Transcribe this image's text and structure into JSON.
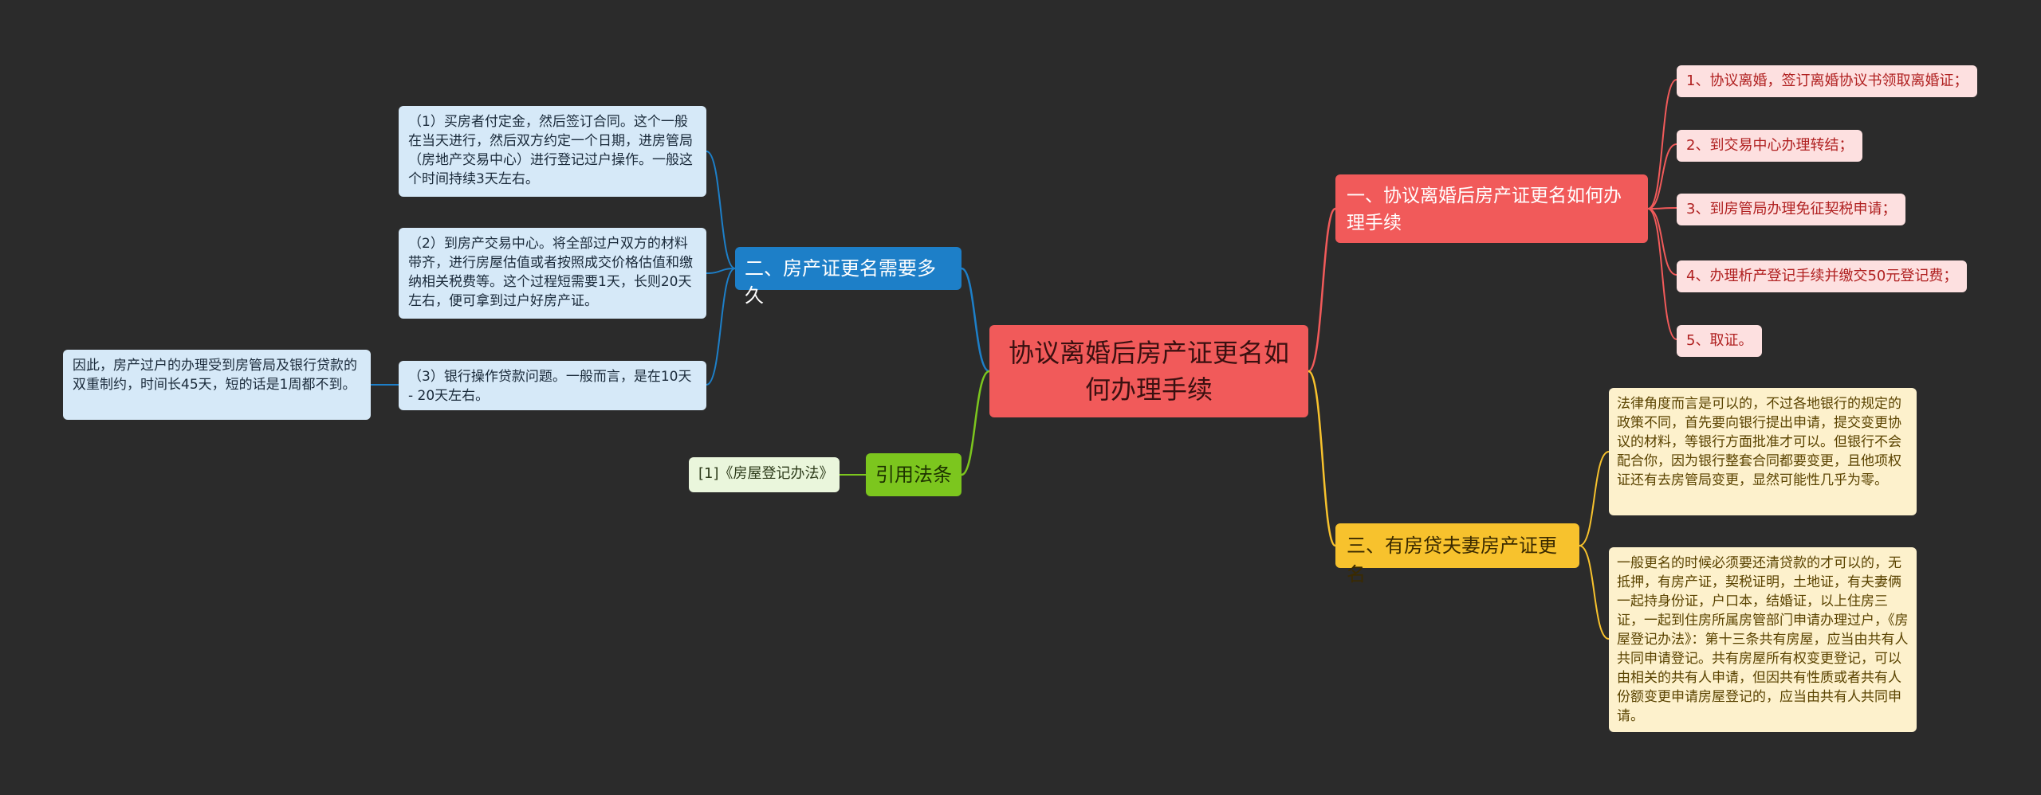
{
  "colors": {
    "background": "#2b2b2b",
    "red": "#f15a5a",
    "blue": "#1d7fc8",
    "yellow": "#f7c22d",
    "green": "#7cc61e"
  },
  "root": {
    "title": "协议离婚后房产证更名如何办理手续"
  },
  "branch_red": {
    "label": "一、协议离婚后房产证更名如何办理手续",
    "items": [
      "1、协议离婚，签订离婚协议书领取离婚证；",
      "2、到交易中心办理转结；",
      "3、到房管局办理免征契税申请；",
      "4、办理析产登记手续并缴交50元登记费；",
      "5、取证。"
    ]
  },
  "branch_blue": {
    "label": "二、房产证更名需要多久",
    "items": [
      "（1）买房者付定金，然后签订合同。这个一般在当天进行，然后双方约定一个日期，进房管局（房地产交易中心）进行登记过户操作。一般这个时间持续3天左右。",
      "（2）到房产交易中心。将全部过户双方的材料带齐，进行房屋估值或者按照成交价格估值和缴纳相关税费等。这个过程短需要1天，长则20天左右，便可拿到过户好房产证。",
      "（3）银行操作贷款问题。一般而言，是在10天 - 20天左右。"
    ],
    "sub_note": "因此，房产过户的办理受到房管局及银行贷款的双重制约，时间长45天，短的话是1周都不到。"
  },
  "branch_yellow": {
    "label": "三、有房贷夫妻房产证更名",
    "items": [
      "法律角度而言是可以的，不过各地银行的规定的政策不同，首先要向银行提出申请，提交变更协议的材料，等银行方面批准才可以。但银行不会配合你，因为银行整套合同都要变更，且他项权证还有去房管局变更，显然可能性几乎为零。",
      "一般更名的时候必须要还清贷款的才可以的，无抵押，有房产证，契税证明，土地证，有夫妻俩一起持身份证，户口本，结婚证，以上住房三证，一起到住房所属房管部门申请办理过户，《房屋登记办法》：第十三条共有房屋，应当由共有人共同申请登记。共有房屋所有权变更登记，可以由相关的共有人申请，但因共有性质或者共有人份额变更申请房屋登记的，应当由共有人共同申请。"
    ]
  },
  "branch_green": {
    "label": "引用法条",
    "items": [
      "[1]《房屋登记办法》"
    ]
  }
}
